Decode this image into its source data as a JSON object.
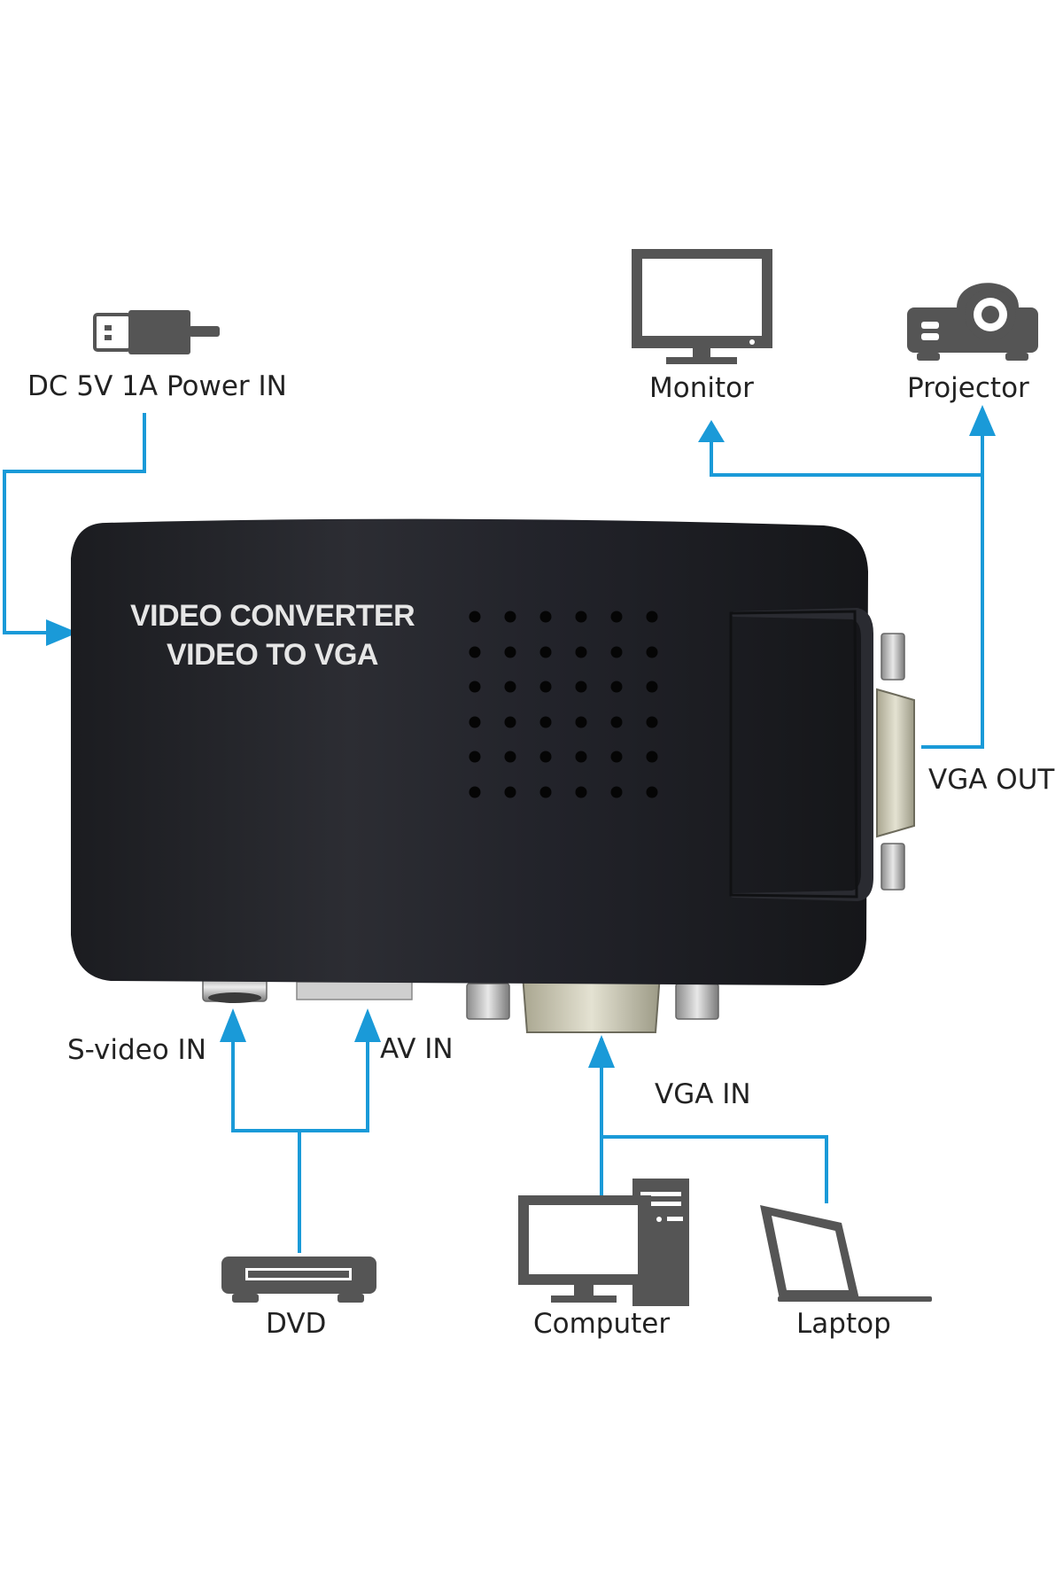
{
  "device": {
    "brand_line_1": "VIDEO CONVERTER",
    "brand_line_2": "VIDEO TO VGA"
  },
  "labels": {
    "power_in": "DC 5V 1A Power IN",
    "monitor": "Monitor",
    "projector": "Projector",
    "vga_out": "VGA OUT",
    "svideo_in": "S-video IN",
    "av_in": "AV IN",
    "vga_in": "VGA IN",
    "dvd": "DVD",
    "computer": "Computer",
    "laptop": "Laptop"
  },
  "colors": {
    "arrow": "#1a9ad8",
    "device_body": "#1f2024",
    "icon": "#555555"
  },
  "icons": [
    "usb-plug-icon",
    "monitor-icon",
    "projector-icon",
    "dvd-player-icon",
    "computer-icon",
    "laptop-icon"
  ]
}
